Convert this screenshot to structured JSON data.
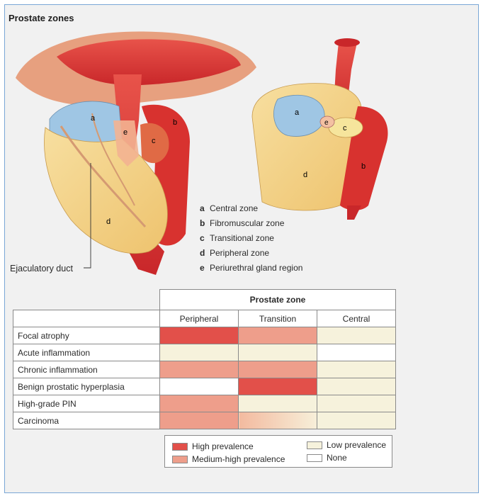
{
  "title": "Prostate zones",
  "zone_letters": {
    "a": "a",
    "b": "b",
    "c": "c",
    "d": "d",
    "e": "e"
  },
  "zone_legend": [
    {
      "key": "a",
      "label": "Central zone"
    },
    {
      "key": "b",
      "label": "Fibromuscular zone"
    },
    {
      "key": "c",
      "label": "Transitional zone"
    },
    {
      "key": "d",
      "label": "Peripheral zone"
    },
    {
      "key": "e",
      "label": "Periurethral gland region"
    }
  ],
  "duct_label": "Ejaculatory duct",
  "table": {
    "group_header": "Prostate zone",
    "columns": [
      "Peripheral",
      "Transition",
      "Central"
    ],
    "rows": [
      {
        "label": "Focal atrophy",
        "levels": [
          "high",
          "medhigh",
          "low"
        ]
      },
      {
        "label": "Acute inflammation",
        "levels": [
          "low",
          "low",
          "none"
        ]
      },
      {
        "label": "Chronic inflammation",
        "levels": [
          "medhigh",
          "medhigh",
          "low"
        ]
      },
      {
        "label": "Benign prostatic hyperplasia",
        "levels": [
          "none",
          "high",
          "low"
        ]
      },
      {
        "label": "High-grade PIN",
        "levels": [
          "medhigh",
          "low",
          "low"
        ]
      },
      {
        "label": "Carcinoma",
        "levels": [
          "medhigh",
          "medhigh-to-low",
          "low"
        ]
      }
    ]
  },
  "prevalence_key": [
    {
      "label": "High prevalence",
      "color": "#e2504a"
    },
    {
      "label": "Medium-high prevalence",
      "color": "#ee9e8b"
    },
    {
      "label": "Low prevalence",
      "color": "#f6f2dc"
    },
    {
      "label": "None",
      "color": "#ffffff"
    }
  ]
}
